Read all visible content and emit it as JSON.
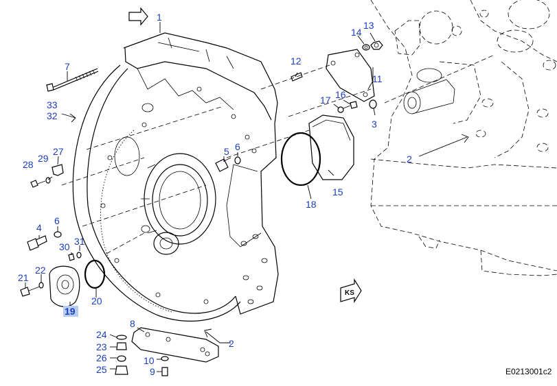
{
  "figure_code": "E0213001c2",
  "direction_badge": "KS",
  "callouts": [
    {
      "id": "c1",
      "text": "1"
    },
    {
      "id": "c2a",
      "text": "2"
    },
    {
      "id": "c2b",
      "text": "2"
    },
    {
      "id": "c3",
      "text": "3"
    },
    {
      "id": "c4",
      "text": "4"
    },
    {
      "id": "c5",
      "text": "5"
    },
    {
      "id": "c6a",
      "text": "6"
    },
    {
      "id": "c6b",
      "text": "6"
    },
    {
      "id": "c7",
      "text": "7"
    },
    {
      "id": "c8",
      "text": "8"
    },
    {
      "id": "c9",
      "text": "9"
    },
    {
      "id": "c10",
      "text": "10"
    },
    {
      "id": "c11",
      "text": "11"
    },
    {
      "id": "c12",
      "text": "12"
    },
    {
      "id": "c13",
      "text": "13"
    },
    {
      "id": "c14",
      "text": "14"
    },
    {
      "id": "c15",
      "text": "15"
    },
    {
      "id": "c16",
      "text": "16"
    },
    {
      "id": "c17",
      "text": "17"
    },
    {
      "id": "c18",
      "text": "18"
    },
    {
      "id": "c19",
      "text": "19",
      "highlighted": true
    },
    {
      "id": "c20",
      "text": "20"
    },
    {
      "id": "c21",
      "text": "21"
    },
    {
      "id": "c22",
      "text": "22"
    },
    {
      "id": "c23",
      "text": "23"
    },
    {
      "id": "c24",
      "text": "24"
    },
    {
      "id": "c25",
      "text": "25"
    },
    {
      "id": "c26",
      "text": "26"
    },
    {
      "id": "c27",
      "text": "27"
    },
    {
      "id": "c28",
      "text": "28"
    },
    {
      "id": "c29",
      "text": "29"
    },
    {
      "id": "c30",
      "text": "30"
    },
    {
      "id": "c31",
      "text": "31"
    },
    {
      "id": "c32",
      "text": "32"
    },
    {
      "id": "c33",
      "text": "33"
    },
    {
      "id": "c2c",
      "text": "2"
    }
  ]
}
